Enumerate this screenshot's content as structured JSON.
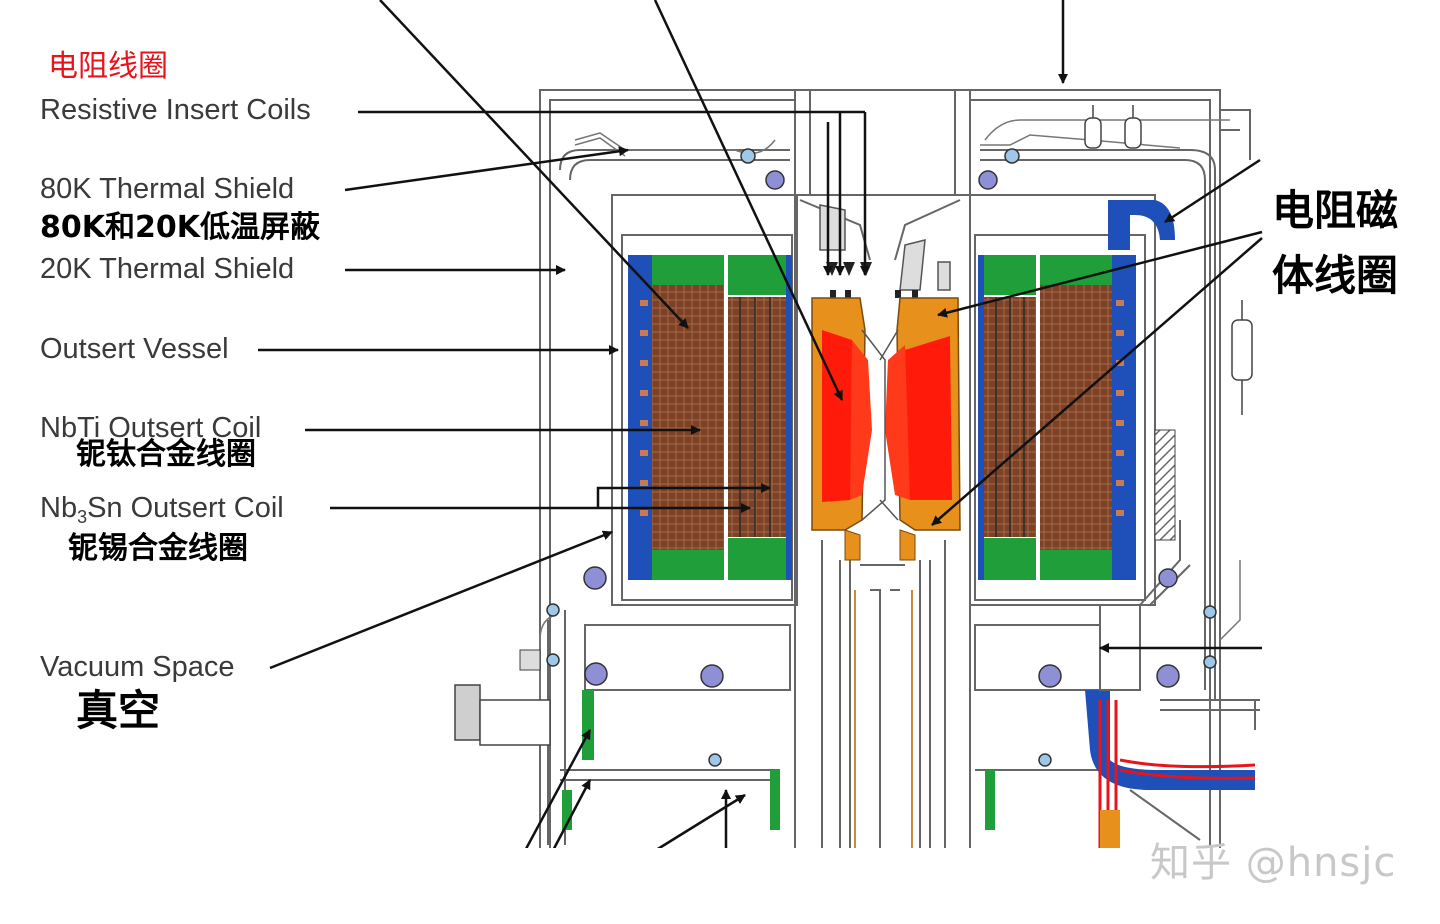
{
  "labels": {
    "resistive_coil_cn": "电阻线圈",
    "resistive_insert": "Resistive Insert Coils",
    "thermal_80k": "80K Thermal Shield",
    "shield_cn": "80K和20K低温屏蔽",
    "thermal_20k": "20K Thermal Shield",
    "outsert_vessel": "Outsert Vessel",
    "nbti_coil": "NbTi Outsert Coil",
    "nbti_cn": "铌钛合金线圈",
    "nb3sn_prefix": "Nb",
    "nb3sn_sub": "3",
    "nb3sn_suffix": "Sn Outsert Coil",
    "nb3sn_cn": "铌锡合金线圈",
    "vacuum_space": "Vacuum Space",
    "vacuum_cn": "真空",
    "magnet_cn_line1": "电阻磁",
    "magnet_cn_line2": "体线圈"
  },
  "watermark": "知乎 @hnsjc",
  "colors": {
    "resistive_coil": "#ff1a0a",
    "orange_support": "#e8901c",
    "nbti_winding": "#8b4a2b",
    "green_flange": "#1f9e3a",
    "blue_vessel": "#1f4fb8",
    "outline": "#555555",
    "red_label": "#e8141c"
  }
}
